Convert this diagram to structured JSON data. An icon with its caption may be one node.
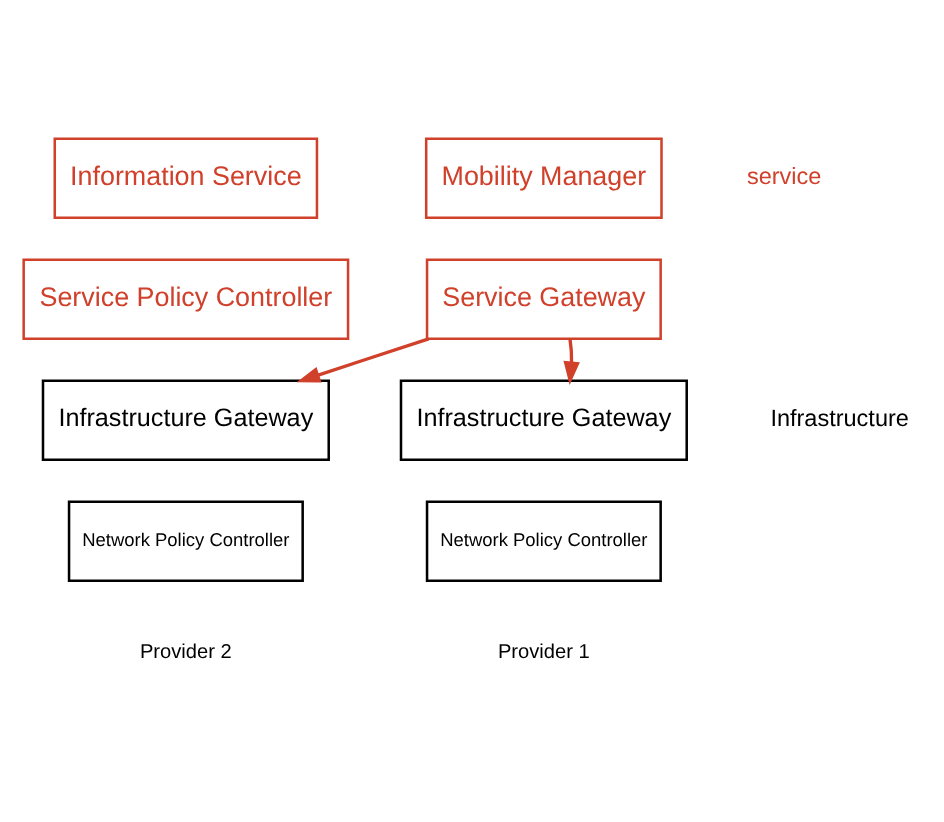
{
  "diagram": {
    "nodes": [
      {
        "text": [
          "Information Service"
        ]
      },
      {
        "text": [
          "Service Policy Controller"
        ]
      },
      {
        "text": [
          "Mobility Manager"
        ]
      },
      {
        "text": [
          "Service Gateway"
        ]
      },
      {
        "text": [
          "Infrastructure Gateway"
        ]
      },
      {
        "text": [
          "Network Policy Controller"
        ]
      },
      {
        "text": [
          "Infrastructure Gateway"
        ]
      },
      {
        "text": [
          "Network Policy Controller"
        ]
      }
    ],
    "edges": [
      {
        "from": 3,
        "to": 4,
        "arrow": "to"
      },
      {
        "from": 3,
        "to": 6,
        "arrow": "to"
      }
    ],
    "labels": [
      "service",
      "Infrastructure",
      "Provider 2",
      "Provider 1"
    ]
  }
}
